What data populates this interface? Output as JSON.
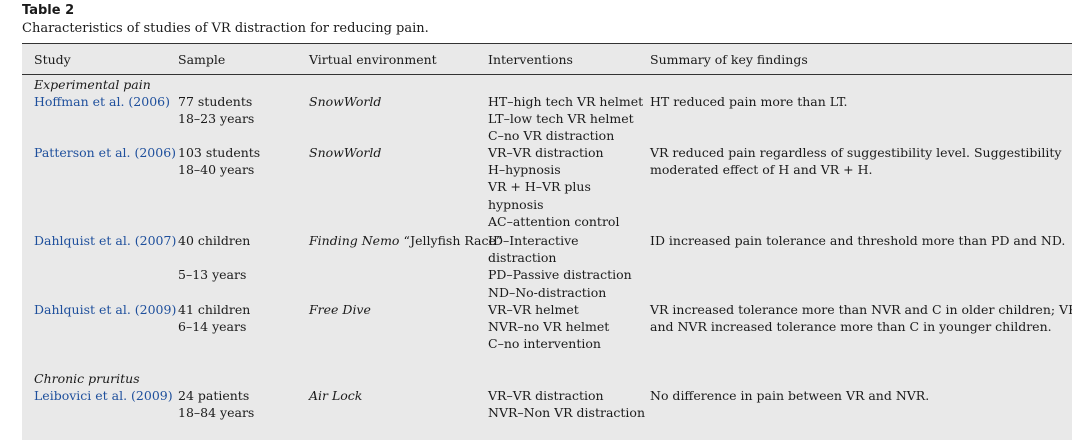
{
  "table": {
    "label": "Table 2",
    "caption": "Characteristics of studies of VR distraction for reducing pain.",
    "headers": [
      "Study",
      "Sample",
      "Virtual environment",
      "Interventions",
      "Summary of key findings"
    ],
    "sections": [
      {
        "title": "Experimental pain",
        "rows": [
          {
            "study": "Hoffman et al. (2006)",
            "sample": [
              "77 students",
              "18–23 years"
            ],
            "environment": "SnowWorld",
            "interventions": [
              "HT–high tech VR helmet",
              "LT–low tech VR helmet",
              "C–no VR distraction"
            ],
            "findings": [
              "HT reduced pain more than LT."
            ]
          },
          {
            "study": "Patterson et al. (2006)",
            "sample": [
              "103 students",
              "18–40 years"
            ],
            "environment": "SnowWorld",
            "interventions": [
              "VR–VR distraction",
              "H–hypnosis",
              "VR + H–VR plus",
              "hypnosis",
              "AC–attention control"
            ],
            "findings": [
              "VR reduced pain regardless of suggestibility level. Suggestibility",
              "moderated effect of H and VR + H."
            ]
          },
          {
            "study": "Dahlquist et al. (2007)",
            "sample": [
              "40 children",
              "",
              "5–13 years"
            ],
            "environment_italic": "Finding Nemo",
            "environment_rest": " “Jellyfish Race”",
            "interventions": [
              "ID–Interactive",
              "distraction",
              "PD–Passive distraction",
              "ND–No-distraction"
            ],
            "findings": [
              "ID increased pain tolerance and threshold more than PD and ND."
            ]
          },
          {
            "study": "Dahlquist et al. (2009)",
            "sample": [
              "41 children",
              "6–14 years"
            ],
            "environment": "Free Dive",
            "interventions": [
              "VR–VR helmet",
              "NVR–no VR helmet",
              "C–no intervention"
            ],
            "findings": [
              "VR increased tolerance more than NVR and C in older children; VR",
              "and NVR increased tolerance more than C in younger children."
            ]
          }
        ]
      },
      {
        "title": "Chronic pruritus",
        "rows": [
          {
            "study": "Leibovici et al. (2009)",
            "sample": [
              "24 patients",
              "18–84 years"
            ],
            "environment": "Air Lock",
            "interventions": [
              "VR–VR distraction",
              "NVR–Non VR distraction"
            ],
            "findings": [
              "No difference in pain between VR and NVR."
            ]
          }
        ]
      }
    ]
  }
}
